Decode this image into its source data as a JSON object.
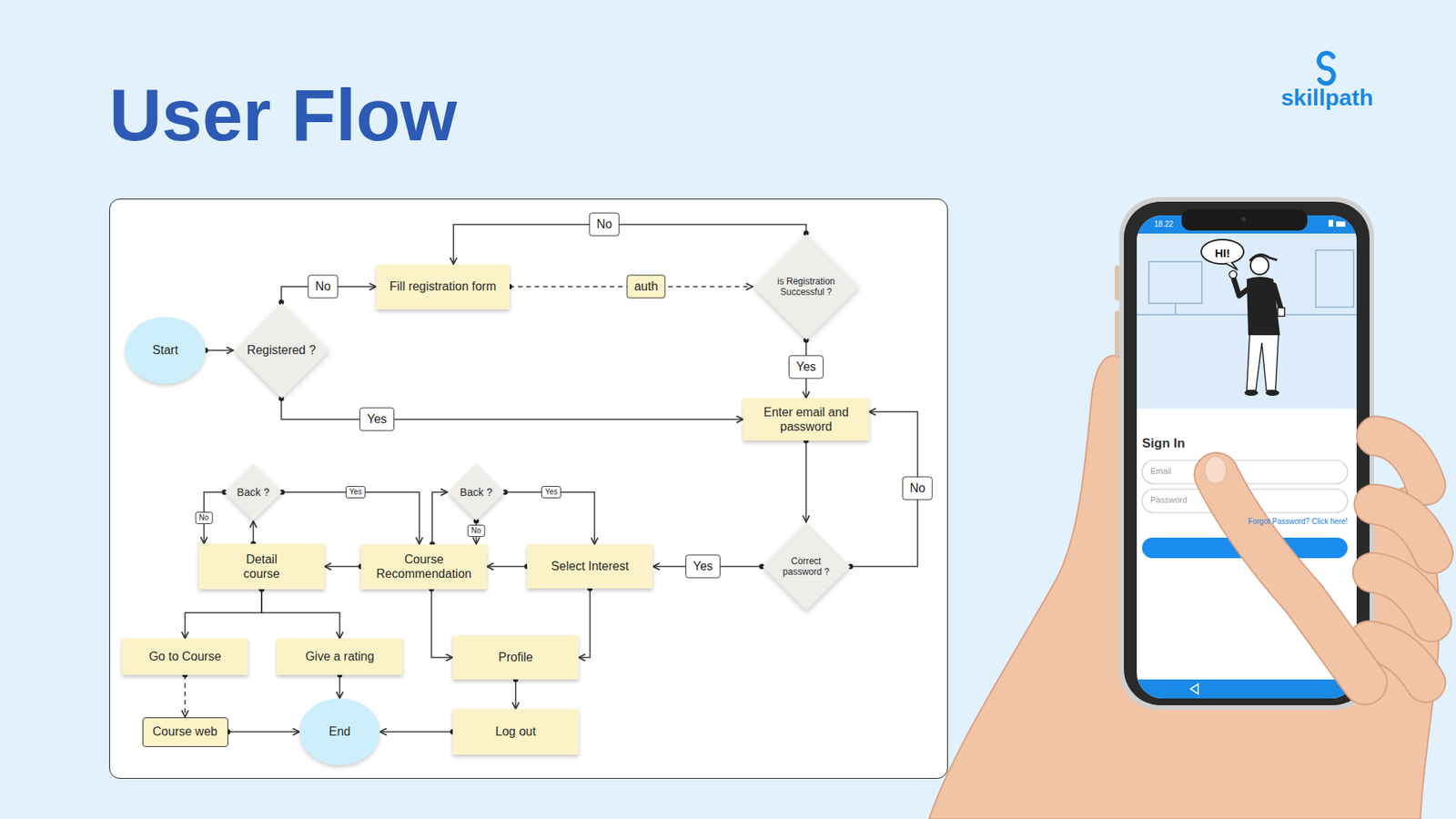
{
  "diagram": {
    "title": "User Flow",
    "nodes": [
      {
        "text": [
          "Start"
        ]
      },
      {
        "text": [
          "Registered ?"
        ]
      },
      {
        "text": [
          "Fill registration form"
        ]
      },
      {
        "text": [
          "is Registration Successful ?"
        ]
      },
      {
        "text": [
          "Enter email and password"
        ]
      },
      {
        "text": [
          "Back ?"
        ]
      },
      {
        "text": [
          "Back ?"
        ]
      },
      {
        "text": [
          "Detail course"
        ]
      },
      {
        "text": [
          "Course Recommendation"
        ]
      },
      {
        "text": [
          "Select Interest"
        ]
      },
      {
        "text": [
          "Correct password ?"
        ]
      },
      {
        "text": [
          "Go to Course"
        ]
      },
      {
        "text": [
          "Give a rating"
        ]
      },
      {
        "text": [
          "Profile"
        ]
      },
      {
        "text": [
          "Course web"
        ]
      },
      {
        "text": [
          "End"
        ]
      },
      {
        "text": [
          "Log out"
        ]
      }
    ],
    "edges": [
      {
        "from": 0,
        "to": 1,
        "arrow": "to"
      },
      {
        "from": 1,
        "to": 2,
        "label": "No",
        "arrow": "to"
      },
      {
        "from": 2,
        "to": 3,
        "label": "auth",
        "arrow": "to"
      },
      {
        "from": 3,
        "to": 2,
        "label": "No",
        "arrow": "to"
      },
      {
        "from": 3,
        "to": 4,
        "label": "Yes",
        "arrow": "to"
      },
      {
        "from": 1,
        "to": 4,
        "label": "Yes",
        "arrow": "to"
      },
      {
        "from": 4,
        "to": 10,
        "arrow": "to"
      },
      {
        "from": 10,
        "to": 4,
        "label": "No",
        "arrow": "to"
      },
      {
        "from": 10,
        "to": 9,
        "label": "Yes",
        "arrow": "to"
      },
      {
        "from": 9,
        "to": 8,
        "arrow": "to"
      },
      {
        "from": 9,
        "to": 13,
        "arrow": "to"
      },
      {
        "from": 8,
        "to": 6,
        "arrow": "to"
      },
      {
        "from": 6,
        "to": 9,
        "label": "Yes",
        "arrow": "to"
      },
      {
        "from": 6,
        "to": 8,
        "label": "No",
        "arrow": "to"
      },
      {
        "from": 8,
        "to": 7,
        "arrow": "to"
      },
      {
        "from": 7,
        "to": 5,
        "arrow": "to"
      },
      {
        "from": 5,
        "to": 7,
        "label": "No",
        "arrow": "to"
      },
      {
        "from": 5,
        "to": 8,
        "label": "Yes",
        "arrow": "to"
      },
      {
        "from": 8,
        "to": 13,
        "arrow": "to"
      },
      {
        "from": 7,
        "to": 11,
        "arrow": "to"
      },
      {
        "from": 7,
        "to": 12,
        "arrow": "to"
      },
      {
        "from": 11,
        "to": 14,
        "arrow": "to"
      },
      {
        "from": 14,
        "to": 15,
        "arrow": "to"
      },
      {
        "from": 12,
        "to": 15,
        "arrow": "to"
      },
      {
        "from": 13,
        "to": 16,
        "arrow": "to"
      },
      {
        "from": 16,
        "to": 15,
        "arrow": "to"
      }
    ],
    "labels": [
      "skillpath",
      "18.22",
      "HI!",
      "Sign In",
      "Email",
      "Password",
      "Forgot Password? Click here!"
    ]
  }
}
